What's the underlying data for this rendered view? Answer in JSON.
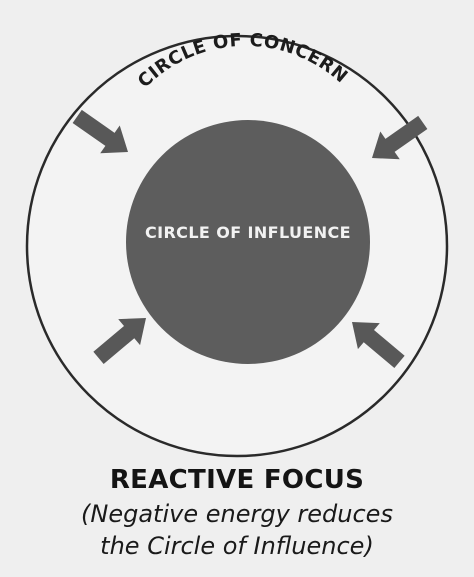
{
  "diagram": {
    "outer_label": "CIRCLE OF CONCERN",
    "inner_label": "CIRCLE OF INFLUENCE"
  },
  "caption": {
    "title": "REACTIVE FOCUS",
    "line1": "(Negative energy reduces",
    "line2": "the Circle of Influence)"
  },
  "colors": {
    "background": "#efefef",
    "outer_ring": "#2a2a2a",
    "inner_fill": "#5d5d5d",
    "arrow_fill": "#585858"
  }
}
